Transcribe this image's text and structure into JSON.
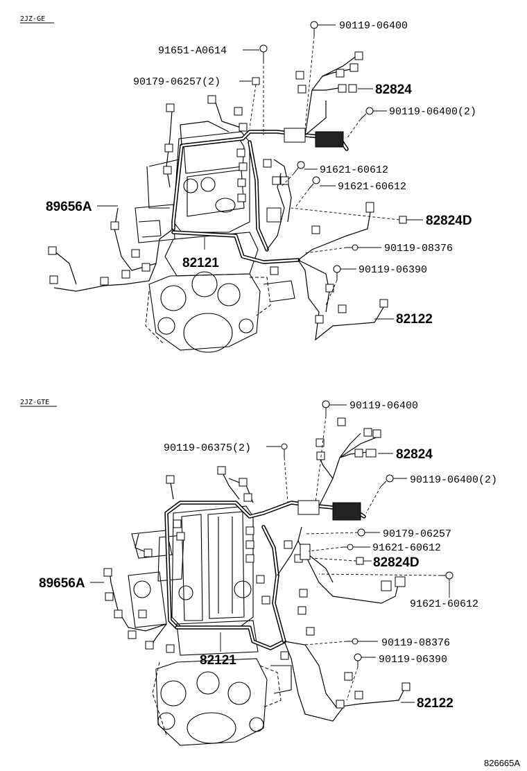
{
  "sections": [
    {
      "title": "2JZ-GE",
      "parts": {
        "p_90119_06400": "90119-06400",
        "p_91651_A0614": "91651-A0614",
        "p_90179_06257": "90179-06257(2)",
        "p_82824": "82824",
        "p_90119_06400_2": "90119-06400(2)",
        "p_91621_60612_a": "91621-60612",
        "p_91621_60612_b": "91621-60612",
        "p_89656A": "89656A",
        "p_82824D": "82824D",
        "p_90119_08376": "90119-08376",
        "p_82121": "82121",
        "p_90119_06390": "90119-06390",
        "p_82122": "82122"
      }
    },
    {
      "title": "2JZ-GTE",
      "parts": {
        "p_90119_06400": "90119-06400",
        "p_90119_06375": "90119-06375(2)",
        "p_82824": "82824",
        "p_90119_06400_2": "90119-06400(2)",
        "p_90179_06257": "90179-06257",
        "p_91621_60612_a": "91621-60612",
        "p_82824D": "82824D",
        "p_89656A": "89656A",
        "p_91621_60612_b": "91621-60612",
        "p_90119_08376": "90119-08376",
        "p_82121": "82121",
        "p_90119_06390": "90119-06390",
        "p_82122": "82122"
      }
    }
  ],
  "illustration_code": "826665A",
  "icons": {
    "bolt": "bolt-icon",
    "clip": "clip-icon",
    "nut": "nut-icon",
    "connector": "connector-icon"
  }
}
